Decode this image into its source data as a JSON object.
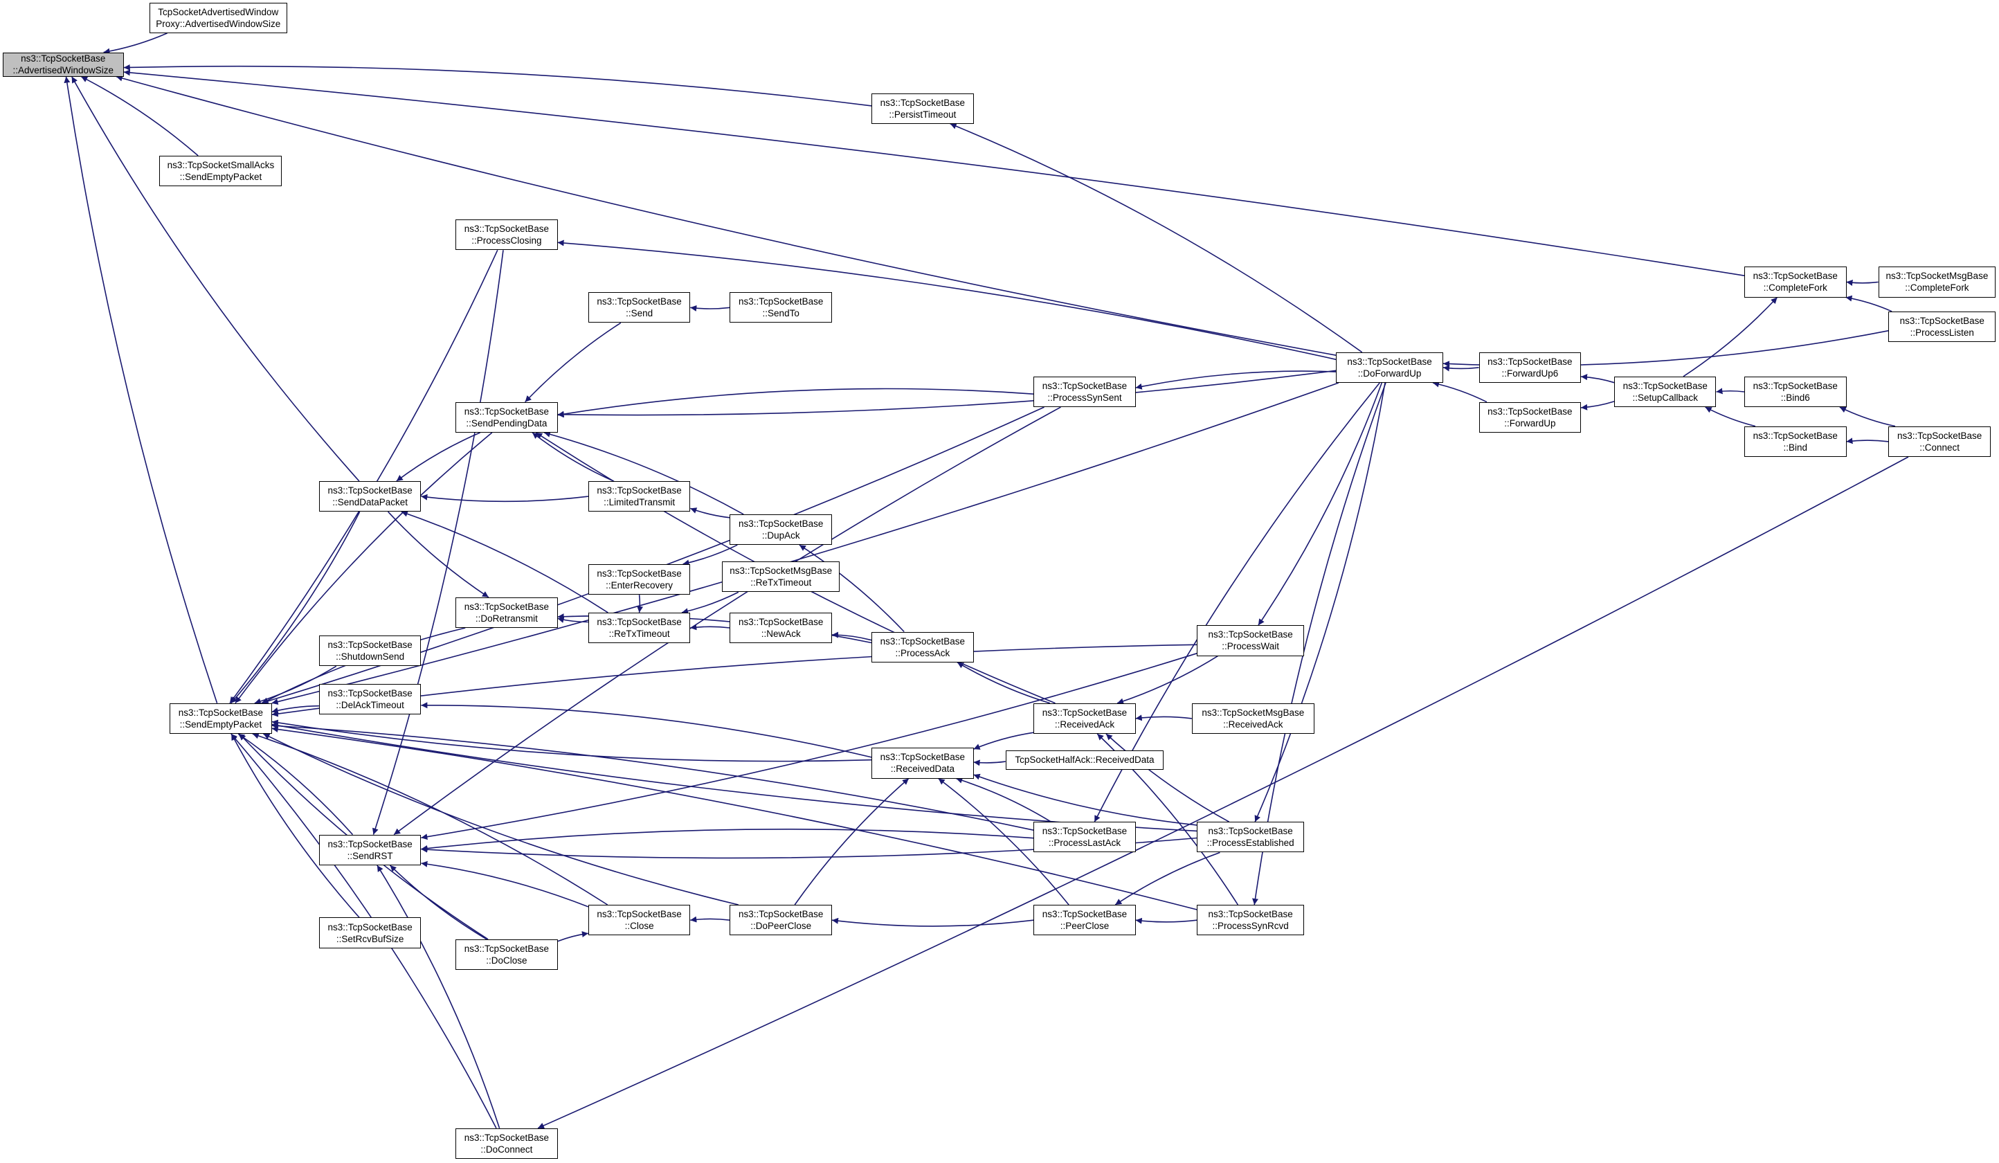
{
  "colors": {
    "edge": "#191970",
    "node_border": "#000000",
    "node_fill": "#ffffff",
    "focus_fill": "#bfbfbf"
  },
  "nodes": {
    "AWS": {
      "lines": [
        "ns3::TcpSocketBase",
        "::AdvertisedWindowSize"
      ],
      "focus": true
    },
    "TAWP": {
      "lines": [
        "TcpSocketAdvertisedWindow",
        "Proxy::AdvertisedWindowSize"
      ]
    },
    "SAck": {
      "lines": [
        "ns3::TcpSocketSmallAcks",
        "::SendEmptyPacket"
      ]
    },
    "SEP": {
      "lines": [
        "ns3::TcpSocketBase",
        "::SendEmptyPacket"
      ]
    },
    "PT": {
      "lines": [
        "ns3::TcpSocketBase",
        "::PersistTimeout"
      ]
    },
    "PC": {
      "lines": [
        "ns3::TcpSocketBase",
        "::ProcessClosing"
      ]
    },
    "SEND": {
      "lines": [
        "ns3::TcpSocketBase",
        "::Send"
      ]
    },
    "SENDTO": {
      "lines": [
        "ns3::TcpSocketBase",
        "::SendTo"
      ]
    },
    "SPD": {
      "lines": [
        "ns3::TcpSocketBase",
        "::SendPendingData"
      ]
    },
    "SDP": {
      "lines": [
        "ns3::TcpSocketBase",
        "::SendDataPacket"
      ]
    },
    "LT": {
      "lines": [
        "ns3::TcpSocketBase",
        "::LimitedTransmit"
      ]
    },
    "DUP": {
      "lines": [
        "ns3::TcpSocketBase",
        "::DupAck"
      ]
    },
    "ER": {
      "lines": [
        "ns3::TcpSocketBase",
        "::EnterRecovery"
      ]
    },
    "MRTX": {
      "lines": [
        "ns3::TcpSocketMsgBase",
        "::ReTxTimeout"
      ]
    },
    "DR": {
      "lines": [
        "ns3::TcpSocketBase",
        "::DoRetransmit"
      ]
    },
    "RTX": {
      "lines": [
        "ns3::TcpSocketBase",
        "::ReTxTimeout"
      ]
    },
    "NA": {
      "lines": [
        "ns3::TcpSocketBase",
        "::NewAck"
      ]
    },
    "PA": {
      "lines": [
        "ns3::TcpSocketBase",
        "::ProcessAck"
      ]
    },
    "SS": {
      "lines": [
        "ns3::TcpSocketBase",
        "::ShutdownSend"
      ]
    },
    "DAT": {
      "lines": [
        "ns3::TcpSocketBase",
        "::DelAckTimeout"
      ]
    },
    "RA": {
      "lines": [
        "ns3::TcpSocketBase",
        "::ReceivedAck"
      ]
    },
    "MRA": {
      "lines": [
        "ns3::TcpSocketMsgBase",
        "::ReceivedAck"
      ]
    },
    "RD": {
      "lines": [
        "ns3::TcpSocketBase",
        "::ReceivedData"
      ]
    },
    "HRD": {
      "lines": [
        "TcpSocketHalfAck::ReceivedData"
      ]
    },
    "SRST": {
      "lines": [
        "ns3::TcpSocketBase",
        "::SendRST"
      ]
    },
    "PLA": {
      "lines": [
        "ns3::TcpSocketBase",
        "::ProcessLastAck"
      ]
    },
    "PE": {
      "lines": [
        "ns3::TcpSocketBase",
        "::ProcessEstablished"
      ]
    },
    "SRB": {
      "lines": [
        "ns3::TcpSocketBase",
        "::SetRcvBufSize"
      ]
    },
    "CL": {
      "lines": [
        "ns3::TcpSocketBase",
        "::Close"
      ]
    },
    "DPC": {
      "lines": [
        "ns3::TcpSocketBase",
        "::DoPeerClose"
      ]
    },
    "PCL": {
      "lines": [
        "ns3::TcpSocketBase",
        "::PeerClose"
      ]
    },
    "PSR": {
      "lines": [
        "ns3::TcpSocketBase",
        "::ProcessSynRcvd"
      ]
    },
    "DCL": {
      "lines": [
        "ns3::TcpSocketBase",
        "::DoClose"
      ]
    },
    "DCN": {
      "lines": [
        "ns3::TcpSocketBase",
        "::DoConnect"
      ]
    },
    "PSS": {
      "lines": [
        "ns3::TcpSocketBase",
        "::ProcessSynSent"
      ]
    },
    "PW": {
      "lines": [
        "ns3::TcpSocketBase",
        "::ProcessWait"
      ]
    },
    "DFU": {
      "lines": [
        "ns3::TcpSocketBase",
        "::DoForwardUp"
      ]
    },
    "FU6": {
      "lines": [
        "ns3::TcpSocketBase",
        "::ForwardUp6"
      ]
    },
    "FU": {
      "lines": [
        "ns3::TcpSocketBase",
        "::ForwardUp"
      ]
    },
    "SC": {
      "lines": [
        "ns3::TcpSocketBase",
        "::SetupCallback"
      ]
    },
    "CF": {
      "lines": [
        "ns3::TcpSocketBase",
        "::CompleteFork"
      ]
    },
    "MCF": {
      "lines": [
        "ns3::TcpSocketMsgBase",
        "::CompleteFork"
      ]
    },
    "PL": {
      "lines": [
        "ns3::TcpSocketBase",
        "::ProcessListen"
      ]
    },
    "B6": {
      "lines": [
        "ns3::TcpSocketBase",
        "::Bind6"
      ]
    },
    "B": {
      "lines": [
        "ns3::TcpSocketBase",
        "::Bind"
      ]
    },
    "CN": {
      "lines": [
        "ns3::TcpSocketBase",
        "::Connect"
      ]
    }
  },
  "edges": [
    [
      "TAWP",
      "AWS"
    ],
    [
      "SAck",
      "AWS"
    ],
    [
      "SEP",
      "AWS"
    ],
    [
      "PT",
      "AWS"
    ],
    [
      "SDP",
      "AWS"
    ],
    [
      "CF",
      "AWS"
    ],
    [
      "DFU",
      "AWS"
    ],
    [
      "DFU",
      "PT"
    ],
    [
      "PC",
      "SEP"
    ],
    [
      "SPD",
      "SEP"
    ],
    [
      "SDP",
      "SEP"
    ],
    [
      "DR",
      "SEP"
    ],
    [
      "SS",
      "SEP"
    ],
    [
      "DAT",
      "SEP"
    ],
    [
      "RD",
      "SEP"
    ],
    [
      "SRST",
      "SEP"
    ],
    [
      "SRB",
      "SEP"
    ],
    [
      "CL",
      "SEP"
    ],
    [
      "DCL",
      "SEP"
    ],
    [
      "DCN",
      "SEP"
    ],
    [
      "DPC",
      "SEP"
    ],
    [
      "PLA",
      "SEP"
    ],
    [
      "PE",
      "SEP"
    ],
    [
      "PSR",
      "SEP"
    ],
    [
      "PSS",
      "SEP"
    ],
    [
      "PW",
      "SEP"
    ],
    [
      "DFU",
      "SEP"
    ],
    [
      "DFU",
      "PC"
    ],
    [
      "SENDTO",
      "SEND"
    ],
    [
      "SEND",
      "SPD"
    ],
    [
      "LT",
      "SPD"
    ],
    [
      "DUP",
      "SPD"
    ],
    [
      "RA",
      "SPD"
    ],
    [
      "PSS",
      "SPD"
    ],
    [
      "DFU",
      "SPD"
    ],
    [
      "SPD",
      "SDP"
    ],
    [
      "LT",
      "SDP"
    ],
    [
      "RTX",
      "SDP"
    ],
    [
      "DUP",
      "LT"
    ],
    [
      "PA",
      "DUP"
    ],
    [
      "DUP",
      "ER"
    ],
    [
      "SDP",
      "DR"
    ],
    [
      "RTX",
      "DR"
    ],
    [
      "PA",
      "DR"
    ],
    [
      "MRTX",
      "RTX"
    ],
    [
      "NA",
      "RTX"
    ],
    [
      "ER",
      "RTX"
    ],
    [
      "PA",
      "NA"
    ],
    [
      "RA",
      "PA"
    ],
    [
      "MRA",
      "RA"
    ],
    [
      "PE",
      "RA"
    ],
    [
      "PSR",
      "RA"
    ],
    [
      "PW",
      "RA"
    ],
    [
      "RA",
      "RD"
    ],
    [
      "HRD",
      "RD"
    ],
    [
      "PLA",
      "RD"
    ],
    [
      "PE",
      "RD"
    ],
    [
      "PCL",
      "RD"
    ],
    [
      "DPC",
      "RD"
    ],
    [
      "RD",
      "DAT"
    ],
    [
      "PC",
      "SRST"
    ],
    [
      "PSS",
      "SRST"
    ],
    [
      "PW",
      "SRST"
    ],
    [
      "PLA",
      "SRST"
    ],
    [
      "PE",
      "SRST"
    ],
    [
      "CL",
      "SRST"
    ],
    [
      "DCL",
      "SRST"
    ],
    [
      "DCN",
      "SRST"
    ],
    [
      "DCL",
      "CL"
    ],
    [
      "DPC",
      "CL"
    ],
    [
      "PCL",
      "DPC"
    ],
    [
      "PE",
      "PCL"
    ],
    [
      "PSR",
      "PCL"
    ],
    [
      "DFU",
      "PSS"
    ],
    [
      "DFU",
      "PW"
    ],
    [
      "DFU",
      "PLA"
    ],
    [
      "DFU",
      "PE"
    ],
    [
      "DFU",
      "PSR"
    ],
    [
      "FU6",
      "DFU"
    ],
    [
      "FU",
      "DFU"
    ],
    [
      "PL",
      "DFU"
    ],
    [
      "SC",
      "FU6"
    ],
    [
      "SC",
      "FU"
    ],
    [
      "B6",
      "SC"
    ],
    [
      "B",
      "SC"
    ],
    [
      "SC",
      "CF"
    ],
    [
      "MCF",
      "CF"
    ],
    [
      "PL",
      "CF"
    ],
    [
      "CN",
      "B6"
    ],
    [
      "CN",
      "B"
    ],
    [
      "CN",
      "DCN"
    ]
  ]
}
